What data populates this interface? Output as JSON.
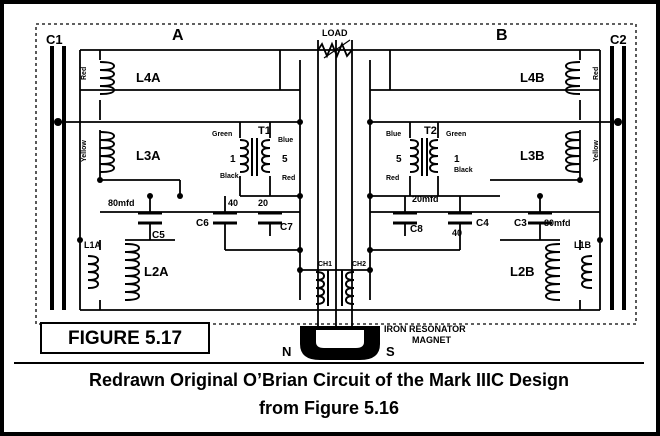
{
  "labels": {
    "C1": "C1",
    "C2": "C2",
    "A": "A",
    "B": "B",
    "LOAD": "LOAD",
    "L4A": "L4A",
    "L4B": "L4B",
    "L3A": "L3A",
    "L3B": "L3B",
    "L2A": "L2A",
    "L2B": "L2B",
    "L1A": "L1A",
    "L1B": "L1B",
    "T1": "T1",
    "T2": "T2",
    "C3": "C3",
    "C4": "C4",
    "C5": "C5",
    "C6": "C6",
    "C7": "C7",
    "C8": "C8",
    "CH1": "CH1",
    "CH2": "CH2",
    "N": "N",
    "S": "S",
    "iron_resonator": "IRON RESONATOR",
    "magnet": "MAGNET",
    "red": "Red",
    "yellow": "Yellow",
    "green": "Green",
    "blue": "Blue",
    "black": "Black",
    "one": "1",
    "five": "5",
    "cap_80mfd": "80mfd",
    "cap_20mfd": "20mfd",
    "cap_40": "40",
    "cap_20": "20"
  },
  "figure_label": "FIGURE 5.17",
  "caption_line1": "Redrawn Original O’Brian Circuit of the Mark IIIC Design",
  "caption_line2": "from Figure 5.16"
}
